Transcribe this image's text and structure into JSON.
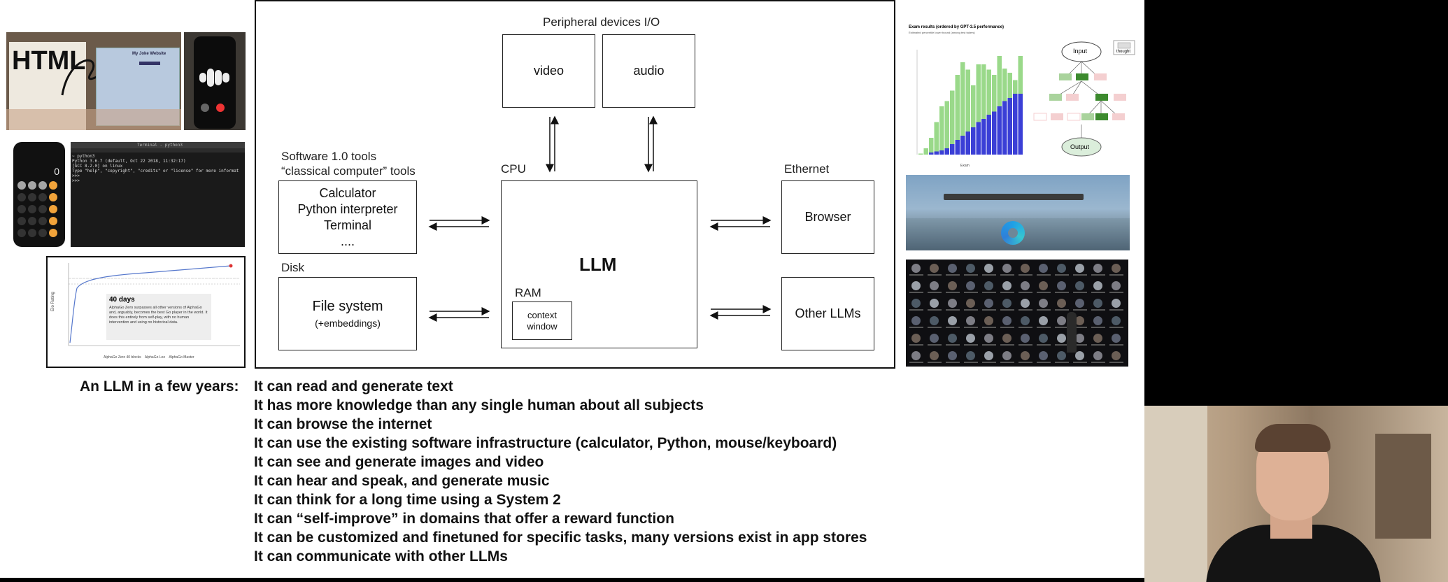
{
  "diagram": {
    "peripheral_label": "Peripheral devices I/O",
    "video": "video",
    "audio": "audio",
    "software_label_1": "Software 1.0 tools",
    "software_label_2": "“classical computer” tools",
    "cpu_label": "CPU",
    "ethernet_label": "Ethernet",
    "tools": [
      "Calculator",
      "Python interpreter",
      "Terminal",
      "...."
    ],
    "llm": "LLM",
    "browser": "Browser",
    "disk_label": "Disk",
    "file_system": "File system",
    "embeddings": "(+embeddings)",
    "ram_label": "RAM",
    "context_window_1": "context",
    "context_window_2": "window",
    "other_llms": "Other LLMs"
  },
  "list": {
    "heading": "An LLM in a few years:",
    "items": [
      "It can read and generate text",
      "It has more knowledge than any single human about all subjects",
      "It can browse the internet",
      "It can use the existing software infrastructure (calculator, Python, mouse/keyboard)",
      "It can see and generate images and video",
      "It can hear and speak, and generate music",
      "It can think for a long time using a System 2",
      "It can “self-improve” in domains that offer a reward function",
      "It can be customized and finetuned for specific tasks, many versions exist in app stores",
      "It can communicate with other LLMs"
    ]
  },
  "thumbnails": {
    "html_sketch_title": "HTML",
    "website_title": "My Joke Website",
    "terminal_title": "Terminal - python3",
    "terminal_lines": [
      "~ python3",
      "Python 3.6.7 (default, Oct 22 2018, 11:32:17)",
      "[GCC 8.2.0] on linux",
      "Type \"help\", \"copyright\", \"credits\" or \"license\" for more informat",
      ">>> ",
      ">>> "
    ],
    "calculator_display": "0",
    "alphago_title": "40 days",
    "alphago_text": "AlphaGo Zero surpasses all other versions of AlphaGo and, arguably, becomes the best Go player in the world. It does this entirely from self-play, with no human intervention and using no historical data.",
    "alphago_ylabel": "Elo Rating",
    "alphago_legend": [
      "AlphaGo Zero 40 blocks",
      "AlphaGo Lee",
      "AlphaGo Master"
    ],
    "exam_title": "Exam results (ordered by GPT-3.5 performance)",
    "exam_subtitle": "Estimated percentile lower bound (among test takers)",
    "exam_xlabel": "Exam",
    "tot_input": "Input",
    "tot_output": "Output",
    "tot_thought": "thought"
  },
  "colors": {
    "exam_green": "#9ad98a",
    "exam_blue": "#3b3fd6",
    "tot_dark_green": "#3c8a2e",
    "tot_light_green": "#a9d39c",
    "tot_pink": "#f4cfd0",
    "alphago_line": "#5577cc"
  }
}
